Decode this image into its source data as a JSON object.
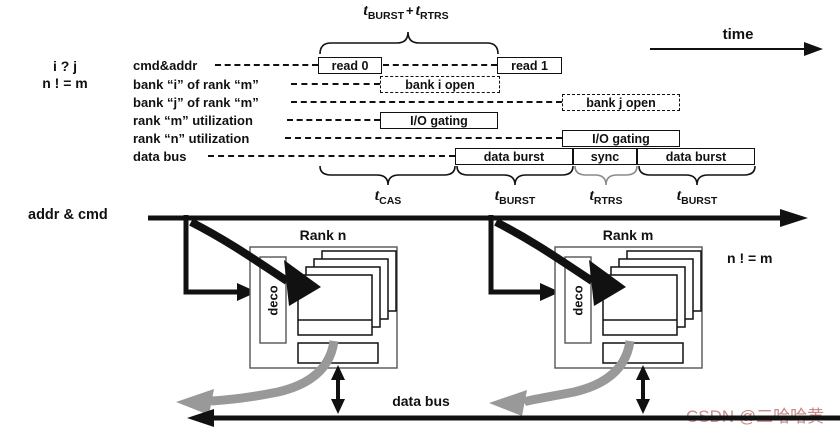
{
  "figure": "dram-rank-to-rank-timing-diagram",
  "colors": {
    "ink": "#111111",
    "muted_gray": "#999999",
    "watermark": "#c98a8a"
  },
  "watermark": "CSDN @二哈哈黄",
  "timing": {
    "left_note": {
      "line1": "i ? j",
      "line2": "n ! = m"
    },
    "time_label": "time",
    "top_label": {
      "t1": "t",
      "sub1": "BURST",
      "op": "+",
      "t2": "t",
      "sub2": "RTRS"
    },
    "rows": [
      {
        "label": "cmd&addr"
      },
      {
        "label": "bank “i” of rank “m”"
      },
      {
        "label": "bank “j” of rank “m”"
      },
      {
        "label": "rank “m” utilization"
      },
      {
        "label": "rank “n” utilization"
      },
      {
        "label": "data bus"
      }
    ],
    "boxes": [
      {
        "label": "read 0"
      },
      {
        "label": "read 1"
      },
      {
        "label": "bank i open"
      },
      {
        "label": "bank j open"
      },
      {
        "label": "I/O gating"
      },
      {
        "label": "I/O gating"
      },
      {
        "label": "data burst"
      },
      {
        "label": "sync"
      },
      {
        "label": "data burst"
      }
    ],
    "brace_labels": [
      {
        "t": "t",
        "sub": "CAS"
      },
      {
        "t": "t",
        "sub": "BURST"
      },
      {
        "t": "t",
        "sub": "RTRS"
      },
      {
        "t": "t",
        "sub": "BURST"
      }
    ]
  },
  "system": {
    "addr_bus_label": "addr & cmd",
    "data_bus_label": "data bus",
    "rank_n_label": "Rank n",
    "rank_m_label": "Rank m",
    "decoder_label": "deco",
    "note_right": "n ! = m"
  }
}
